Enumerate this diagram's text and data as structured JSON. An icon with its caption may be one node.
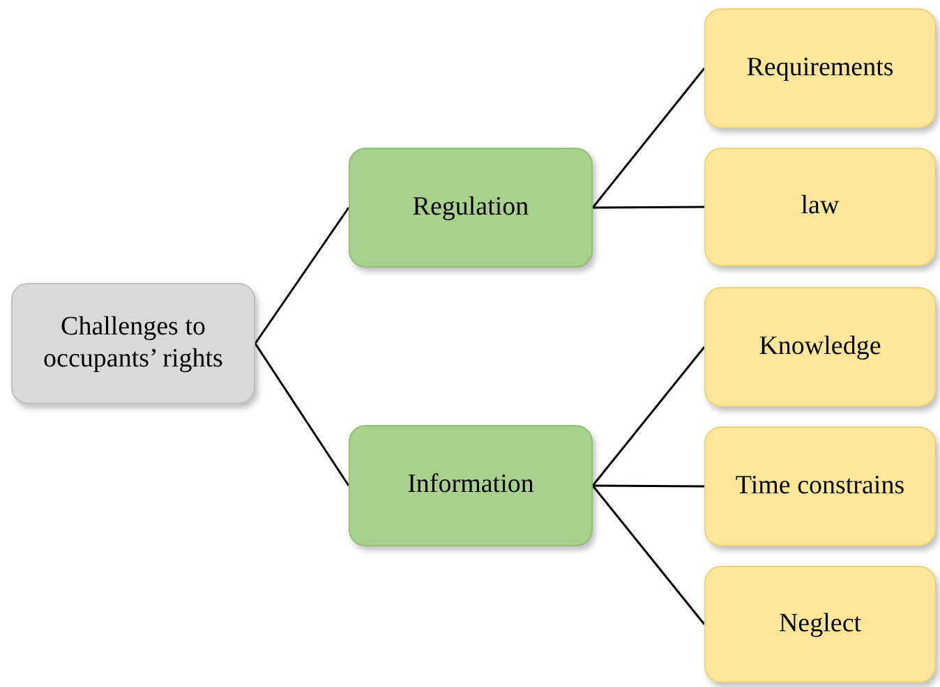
{
  "diagram": {
    "nodes": [
      {
        "text": [
          "Challenges to occupants’ rights"
        ]
      },
      {
        "text": [
          "Regulation"
        ]
      },
      {
        "text": [
          "Information"
        ]
      },
      {
        "text": [
          "Requirements"
        ]
      },
      {
        "text": [
          "law"
        ]
      },
      {
        "text": [
          "Knowledge"
        ]
      },
      {
        "text": [
          "Time constrains"
        ]
      },
      {
        "text": [
          "Neglect"
        ]
      }
    ],
    "edges": [
      {
        "from": 0,
        "to": 1,
        "arrow": "none"
      },
      {
        "from": 0,
        "to": 2,
        "arrow": "none"
      },
      {
        "from": 1,
        "to": 3,
        "arrow": "none"
      },
      {
        "from": 1,
        "to": 4,
        "arrow": "none"
      },
      {
        "from": 2,
        "to": 5,
        "arrow": "none"
      },
      {
        "from": 2,
        "to": 6,
        "arrow": "none"
      },
      {
        "from": 2,
        "to": 7,
        "arrow": "none"
      }
    ]
  }
}
